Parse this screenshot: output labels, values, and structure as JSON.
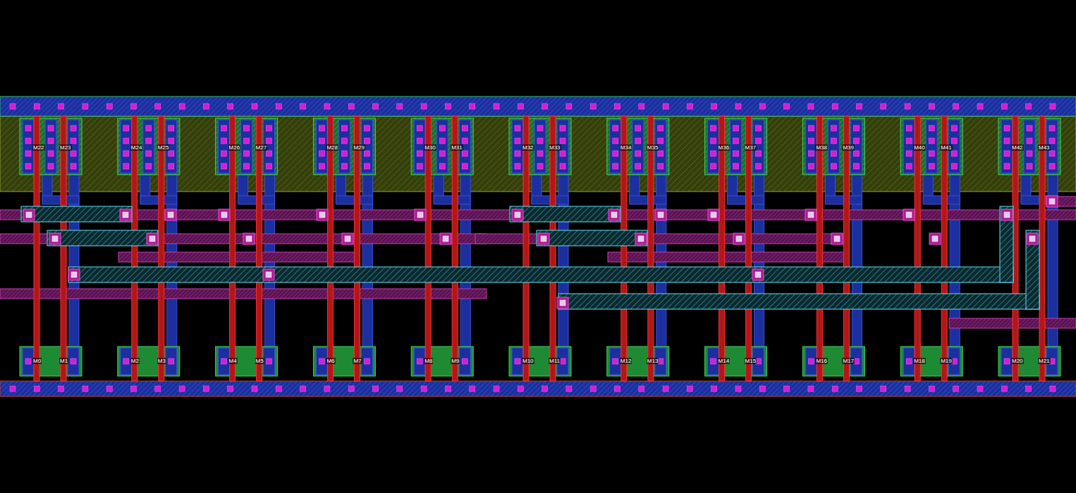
{
  "diagram": {
    "labels": [
      "M22",
      "M23",
      "M24",
      "M25",
      "M26",
      "M27",
      "M28",
      "M29",
      "M30",
      "M31",
      "M32",
      "M33",
      "M34",
      "M35",
      "M36",
      "M37",
      "M38",
      "M39",
      "M40",
      "M41",
      "M42",
      "M43",
      "M0",
      "M1",
      "M2",
      "M3",
      "M4",
      "M5",
      "M6",
      "M7",
      "M8",
      "M9",
      "M10",
      "M11",
      "M12",
      "M13",
      "M14",
      "M15",
      "M16",
      "M17",
      "M18",
      "M19",
      "M20",
      "M21"
    ]
  }
}
